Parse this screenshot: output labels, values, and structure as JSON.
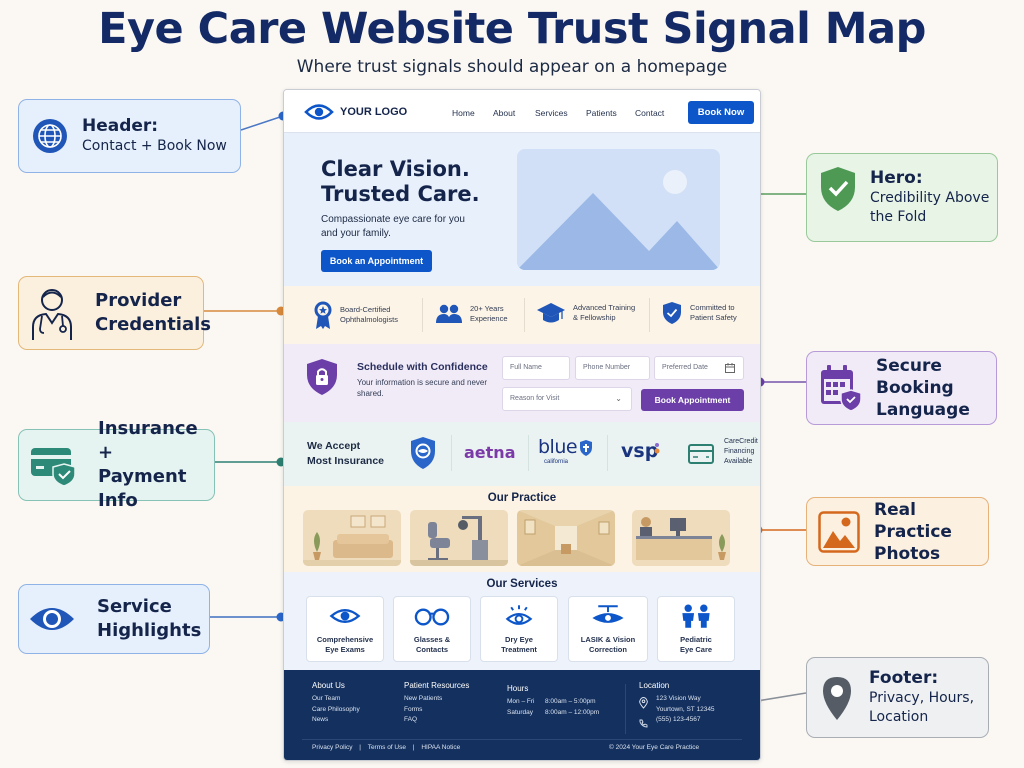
{
  "title": "Eye Care Website Trust Signal Map",
  "subtitle": "Where trust signals should appear on a homepage",
  "colors": {
    "title": "#142a66",
    "primary_blue": "#0c56c9",
    "purple": "#6b3fa7",
    "teal": "#2d8a78",
    "orange": "#d4691e",
    "green": "#4e9a55",
    "footer_navy": "#13305e",
    "gray": "#555c66"
  },
  "mock_site": {
    "nav": {
      "logo_icon": "eye-icon",
      "logo_text": "YOUR LOGO",
      "links": [
        "Home",
        "About",
        "Services",
        "Patients",
        "Contact"
      ],
      "cta": "Book Now"
    },
    "hero": {
      "headline_line1": "Clear Vision.",
      "headline_line2": "Trusted Care.",
      "text": "Compassionate eye care for you and your family.",
      "cta": "Book an Appointment",
      "image_icon": "landscape-image-placeholder"
    },
    "credentials": [
      {
        "icon": "award-ribbon-icon",
        "label_line1": "Board-Certified",
        "label_line2": "Ophthalmologists"
      },
      {
        "icon": "users-icon",
        "label_line1": "20+ Years",
        "label_line2": "Experience"
      },
      {
        "icon": "graduation-cap-icon",
        "label_line1": "Advanced Training",
        "label_line2": "& Fellowship"
      },
      {
        "icon": "shield-check-icon",
        "label_line1": "Committed to",
        "label_line2": "Patient Safety"
      }
    ],
    "booking": {
      "icon": "shield-lock-icon",
      "heading": "Schedule with Confidence",
      "text": "Your information is secure and never shared.",
      "fields": {
        "full_name": "Full Name",
        "phone": "Phone Number",
        "date": "Preferred Date",
        "reason": "Reason for Visit"
      },
      "cta": "Book Appointment"
    },
    "insurance": {
      "heading_line1": "We Accept",
      "heading_line2": "Most Insurance",
      "logos": [
        "insurance-shield",
        "aetna",
        "blue california",
        "vsp"
      ],
      "aetna": "aetna",
      "blue": "blue",
      "blue_sub": "california",
      "vsp": "vsp",
      "carecredit_line1": "CareCredit",
      "carecredit_line2": "Financing",
      "carecredit_line3": "Available"
    },
    "practice": {
      "heading": "Our Practice",
      "photos": [
        "waiting-room",
        "exam-room",
        "hallway",
        "reception-desk"
      ]
    },
    "services": {
      "heading": "Our Services",
      "items": [
        {
          "icon": "eye-icon",
          "line1": "Comprehensive",
          "line2": "Eye Exams"
        },
        {
          "icon": "glasses-icon",
          "line1": "Glasses &",
          "line2": "Contacts"
        },
        {
          "icon": "dry-eye-icon",
          "line1": "Dry Eye",
          "line2": "Treatment"
        },
        {
          "icon": "lasik-icon",
          "line1": "LASIK & Vision",
          "line2": "Correction"
        },
        {
          "icon": "children-icon",
          "line1": "Pediatric",
          "line2": "Eye Care"
        }
      ]
    },
    "footer": {
      "about": {
        "heading": "About Us",
        "items": [
          "Our Team",
          "Care Philosophy",
          "News"
        ]
      },
      "resources": {
        "heading": "Patient Resources",
        "items": [
          "New Patients",
          "Forms",
          "FAQ"
        ]
      },
      "hours": {
        "heading": "Hours",
        "rows": [
          [
            "Mon – Fri",
            "8:00am – 5:00pm"
          ],
          [
            "Saturday",
            "8:00am – 12:00pm"
          ]
        ]
      },
      "location": {
        "heading": "Location",
        "address_line1": "123 Vision Way",
        "address_line2": "Yourtown, ST 12345",
        "phone": "(555) 123-4567"
      },
      "legal": [
        "Privacy Policy",
        "Terms of Use",
        "HIPAA Notice"
      ],
      "separator": "|",
      "copyright": "© 2024 Your Eye Care Practice"
    }
  },
  "callouts": {
    "header": {
      "icon": "globe-icon",
      "title": "Header:",
      "subtitle": "Contact + Book Now"
    },
    "provider": {
      "icon": "doctor-icon",
      "line1": "Provider",
      "line2": "Credentials"
    },
    "insurance": {
      "icon": "credit-card-shield-icon",
      "line1": "Insurance +",
      "line2": "Payment Info"
    },
    "service": {
      "icon": "eye-icon",
      "line1": "Service",
      "line2": "Highlights"
    },
    "hero": {
      "icon": "shield-check-icon",
      "title": "Hero:",
      "subtitle_line1": "Credibility Above",
      "subtitle_line2": "the Fold"
    },
    "booking": {
      "icon": "calendar-shield-icon",
      "line1": "Secure Booking",
      "line2": "Language"
    },
    "photos": {
      "icon": "image-icon",
      "line1": "Real Practice",
      "line2": "Photos"
    },
    "footer": {
      "icon": "map-pin-icon",
      "title": "Footer:",
      "subtitle_line1": "Privacy, Hours,",
      "subtitle_line2": "Location"
    }
  }
}
